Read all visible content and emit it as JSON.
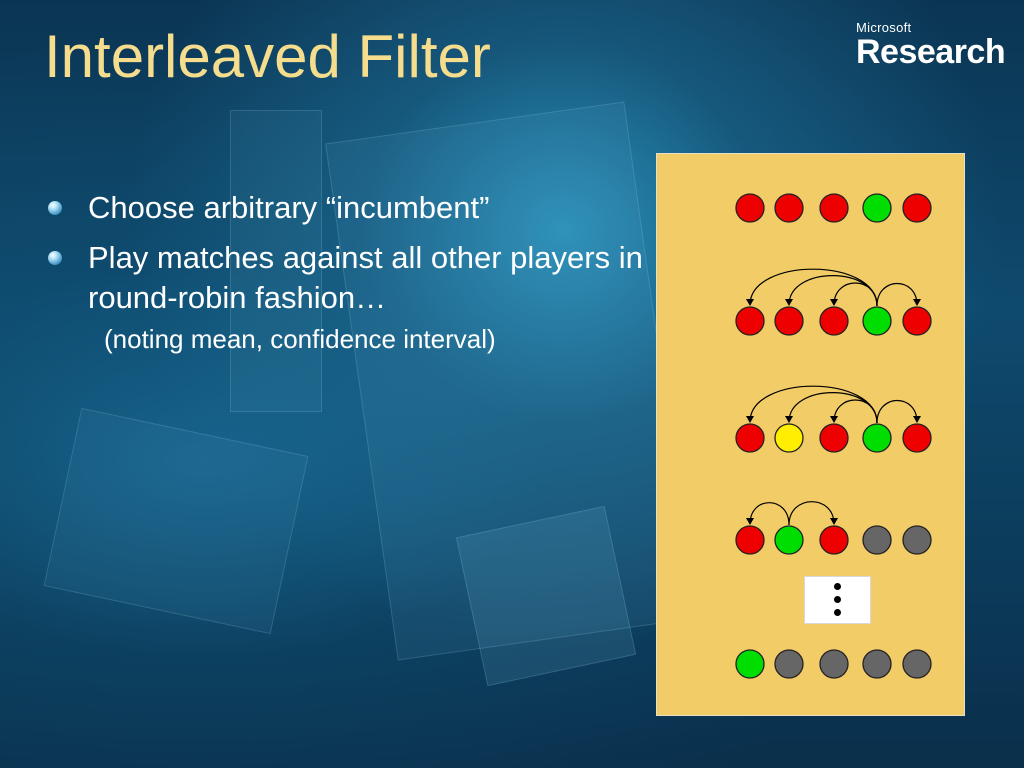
{
  "title": "Interleaved Filter",
  "brand": {
    "small": "Microsoft",
    "big": "Research"
  },
  "bullets": [
    "Choose arbitrary “incumbent”",
    "Play matches against all other players in round-robin fashion…"
  ],
  "sub_bullet": "(noting mean, confidence interval)",
  "colors": {
    "title": "#f5dd8d",
    "panel": "#f2cc66",
    "red": "#ee0000",
    "green": "#00dd00",
    "yellow": "#ffee00",
    "gray": "#666666"
  },
  "diagram": {
    "rows": [
      {
        "players": [
          "red",
          "red",
          "red",
          "green",
          "red"
        ],
        "arcs": [],
        "pointer": false
      },
      {
        "players": [
          "red",
          "red",
          "red",
          "green",
          "red"
        ],
        "arcs": [
          [
            3,
            0
          ],
          [
            3,
            1
          ],
          [
            3,
            2
          ],
          [
            3,
            4
          ]
        ],
        "pointer": true
      },
      {
        "players": [
          "red",
          "yellow",
          "red",
          "green",
          "red"
        ],
        "arcs": [
          [
            3,
            0
          ],
          [
            3,
            1
          ],
          [
            3,
            2
          ],
          [
            3,
            4
          ]
        ],
        "pointer": false
      },
      {
        "players": [
          "red",
          "green",
          "red",
          "gray",
          "gray"
        ],
        "arcs": [
          [
            1,
            0
          ],
          [
            1,
            2
          ]
        ],
        "pointer": false
      },
      {
        "players": [
          "green",
          "gray",
          "gray",
          "gray",
          "gray"
        ],
        "arcs": [],
        "pointer": false
      }
    ],
    "ellipsis": "vertical-ellipsis"
  }
}
